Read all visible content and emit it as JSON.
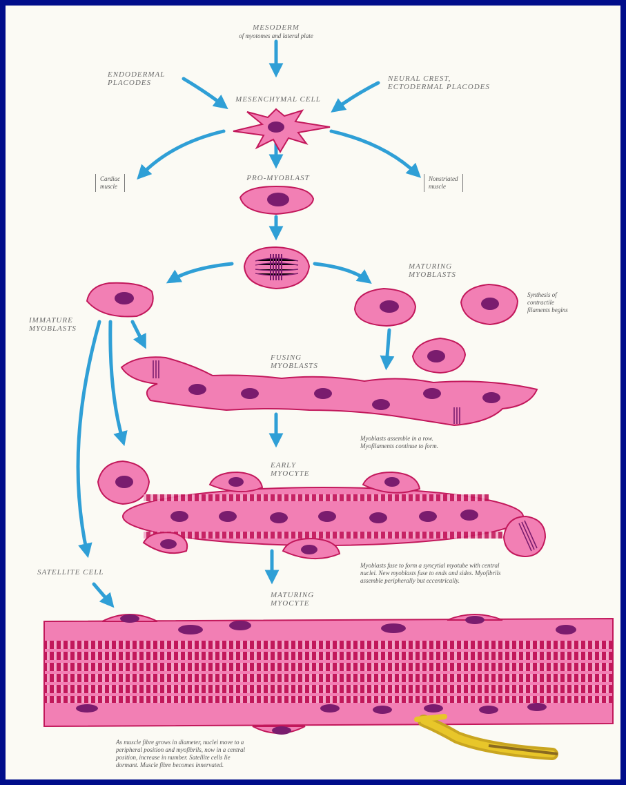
{
  "diagram": {
    "labels": {
      "mesoderm": "MESODERM",
      "mesoderm_sub": "of myotomes and lateral plate",
      "endodermal": "ENDODERMAL\nPLACODES",
      "neural_crest": "NEURAL CREST,\nECTODERMAL PLACODES",
      "mesenchymal": "MESENCHYMAL CELL",
      "cardiac": "Cardiac\nmuscle",
      "pro_myoblast": "PRO-MYOBLAST",
      "nonstriated": "Nonstriated\nmuscle",
      "maturing_myoblasts": "MATURING\nMYOBLASTS",
      "synthesis": "Synthesis of\ncontractile\nfilaments begins",
      "immature_myoblasts": "IMMATURE\nMYOBLASTS",
      "fusing_myoblasts": "FUSING\nMYOBLASTS",
      "early_myocyte": "EARLY\nMYOCYTE",
      "satellite_cell": "SATELLITE CELL",
      "maturing_myocyte": "MATURING\nMYOCYTE"
    },
    "notes": {
      "row": "Myoblasts assemble in a row.\nMyofilaments continue to form.",
      "fuse": "Myoblasts fuse to form a syncytial myotube with central\nnuclei. New myoblasts fuse to ends and sides. Myofibrils\nassemble peripherally but eccentrically.",
      "fibre": "As muscle fibre grows in diameter, nuclei move to a\nperipheral position and myofibrils, now in a central\nposition, increase in number. Satellite cells lie\ndormant. Muscle fibre becomes innervated."
    },
    "colors": {
      "arrow": "#2f9fd6",
      "cell_fill": "#f27fb4",
      "cell_edge": "#c2185b",
      "nucleus": "#7a1c6e",
      "background": "#000d8a",
      "nerve": "#e8c62a"
    }
  }
}
